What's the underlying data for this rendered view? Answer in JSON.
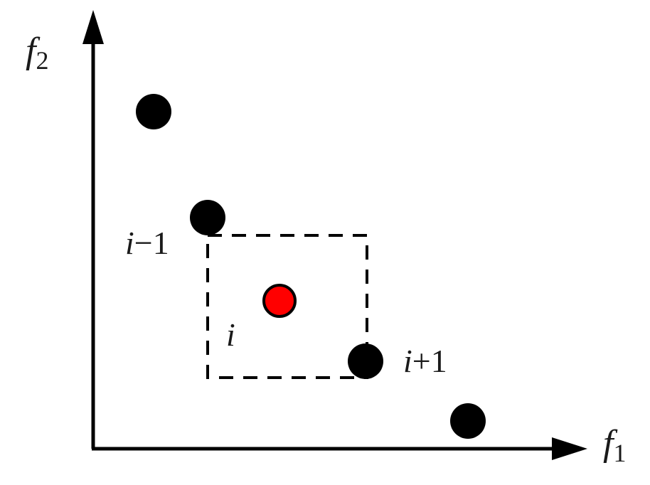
{
  "axes": {
    "x_label": "f",
    "x_subscript": "1",
    "y_label": "f",
    "y_subscript": "2"
  },
  "points": {
    "prev_label_var": "i",
    "prev_label_rest": "−1",
    "current_label": "i",
    "next_label_var": "i",
    "next_label_rest": "+1"
  },
  "colors": {
    "ink": "#000000",
    "highlight": "#ff0000"
  }
}
